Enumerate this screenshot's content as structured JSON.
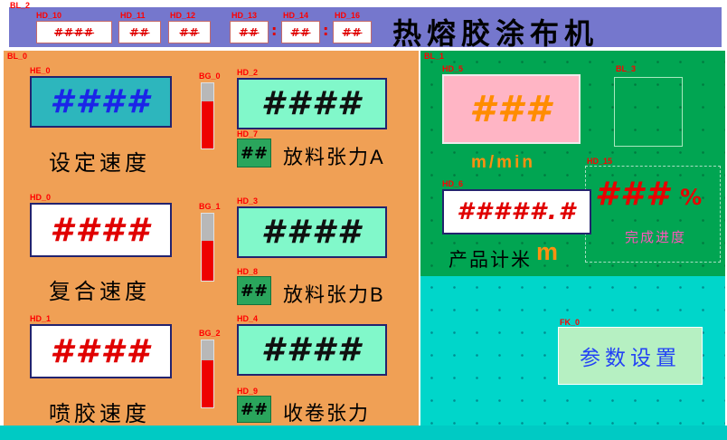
{
  "colors": {
    "header_bg": "#7577cd",
    "main_panel_bg": "#f0a055",
    "right_panel_bg": "#01a552",
    "bottom_panel_bg": "#00d6ca",
    "display_teal": "#2db6bd",
    "display_aqua": "#81f8ca",
    "display_pink": "#ffb5c5",
    "gauge_red": "#ee0000",
    "value_red": "#e00000",
    "value_blue": "#1b25e8",
    "accent_orange": "#ff8c00",
    "button_text_blue": "#2342f5"
  },
  "header": {
    "block_label": "BL_2",
    "title": "热熔胶涂布机",
    "date_fields": [
      {
        "label": "HD_10",
        "value": "####"
      },
      {
        "label": "HD_11",
        "value": "##"
      },
      {
        "label": "HD_12",
        "value": "##"
      }
    ],
    "time_fields": [
      {
        "label": "HD_13",
        "value": "##"
      },
      {
        "label": "HD_14",
        "value": "##"
      },
      {
        "label": "HD_16",
        "value": "##"
      }
    ],
    "time_separator": ":"
  },
  "main_panel": {
    "block_label": "BL_0",
    "speed_group": [
      {
        "label": "HE_0",
        "value": "####",
        "caption": "设定速度"
      },
      {
        "label": "HD_0",
        "value": "####",
        "caption": "复合速度"
      },
      {
        "label": "HD_1",
        "value": "####",
        "caption": "喷胶速度"
      }
    ],
    "gauges": [
      {
        "label": "BG_0",
        "fill_percent": 72
      },
      {
        "label": "BG_1",
        "fill_percent": 60
      },
      {
        "label": "BG_2",
        "fill_percent": 70
      }
    ],
    "tension_group": [
      {
        "label": "HD_2",
        "value": "####",
        "sub_label": "HD_7",
        "sub_value": "##",
        "caption": "放料张力A"
      },
      {
        "label": "HD_3",
        "value": "####",
        "sub_label": "HD_8",
        "sub_value": "##",
        "caption": "放料张力B"
      },
      {
        "label": "HD_4",
        "value": "####",
        "sub_label": "HD_9",
        "sub_value": "##",
        "caption": "收卷张力"
      }
    ]
  },
  "right_panel": {
    "block_label": "BL_1",
    "line_speed": {
      "label": "HD_5",
      "value": "###",
      "unit": "m/min"
    },
    "spare_box_label": "BL_3",
    "meter_counter": {
      "label": "HD_6",
      "value": "#####.#",
      "caption": "产品计米",
      "unit": "m"
    },
    "progress": {
      "label": "HD_15",
      "value": "###",
      "unit": "%",
      "caption": "完成进度"
    }
  },
  "bottom_panel": {
    "settings_button": {
      "label": "FK_0",
      "text": "参数设置"
    }
  }
}
